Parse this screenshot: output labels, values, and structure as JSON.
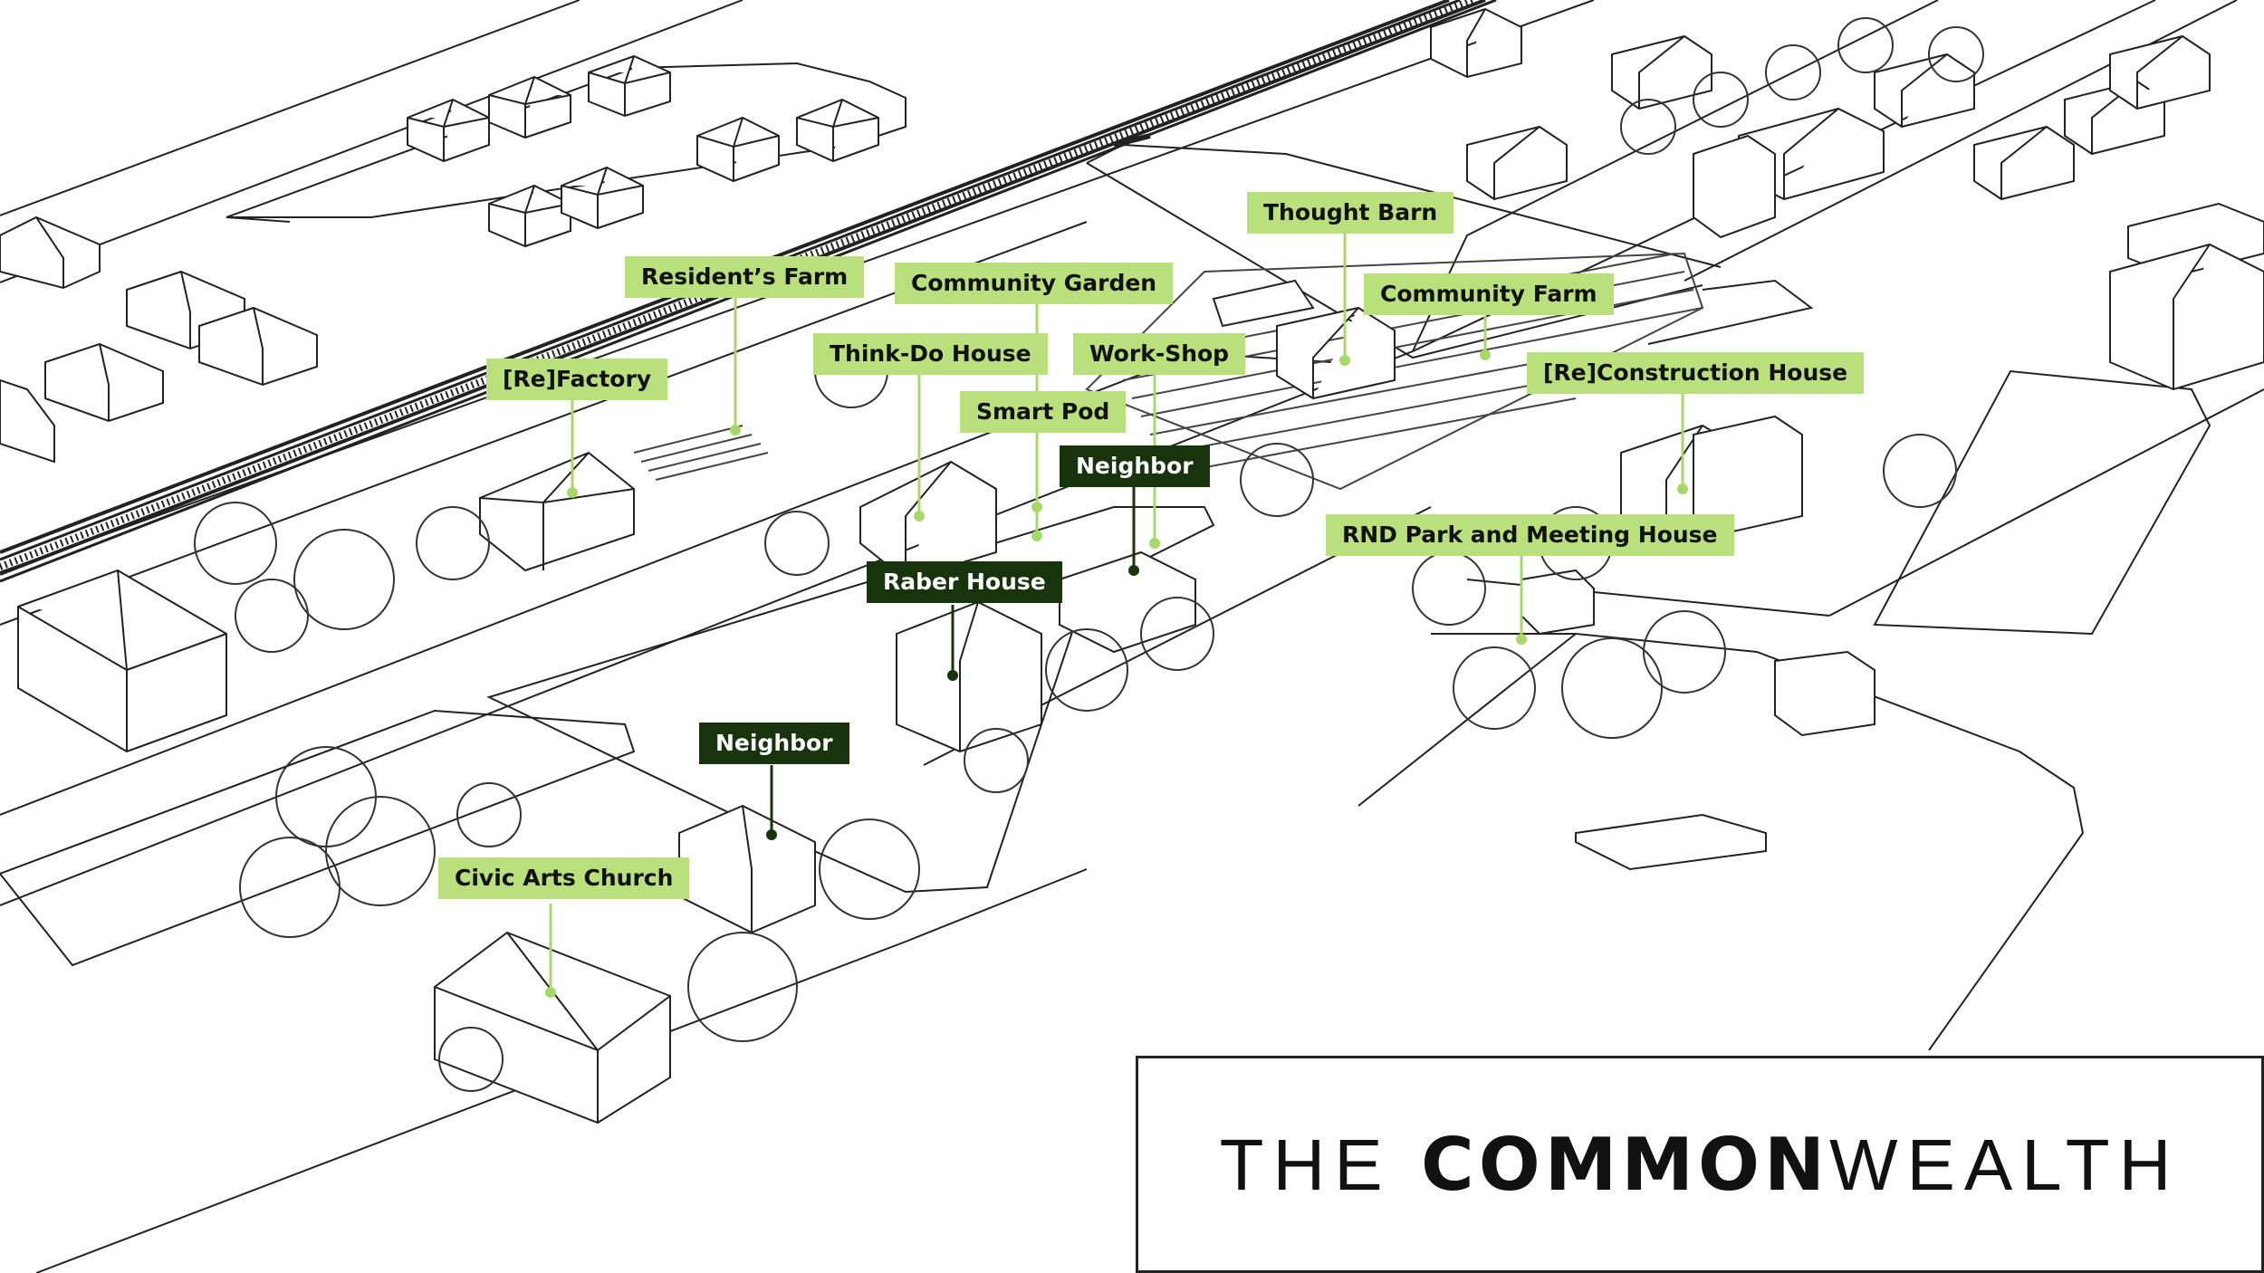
{
  "colors": {
    "label_light_bg": "#b9e07c",
    "label_light_text": "#111111",
    "label_dark_bg": "#17340d",
    "label_dark_text": "#ffffff",
    "leader_light": "#a8d86a",
    "leader_dark": "#17340d",
    "line_art": "#222222"
  },
  "title": {
    "part1": "THE",
    "part2": "COMMON",
    "part3": "WEALTH"
  },
  "labels": [
    {
      "id": "thought-barn",
      "text": "Thought Barn",
      "style": "light"
    },
    {
      "id": "residents-farm",
      "text": "Resident’s Farm",
      "style": "light"
    },
    {
      "id": "community-garden",
      "text": "Community Garden",
      "style": "light"
    },
    {
      "id": "community-farm",
      "text": "Community Farm",
      "style": "light"
    },
    {
      "id": "refactory",
      "text": "[Re]Factory",
      "style": "light"
    },
    {
      "id": "think-do-house",
      "text": "Think-Do House",
      "style": "light"
    },
    {
      "id": "work-shop",
      "text": "Work-Shop",
      "style": "light"
    },
    {
      "id": "reconstruction-house",
      "text": "[Re]Construction House",
      "style": "light"
    },
    {
      "id": "smart-pod",
      "text": "Smart Pod",
      "style": "light"
    },
    {
      "id": "neighbor-1",
      "text": "Neighbor",
      "style": "dark"
    },
    {
      "id": "rnd-park",
      "text": "RND Park and Meeting House",
      "style": "light"
    },
    {
      "id": "raber-house",
      "text": "Raber House",
      "style": "dark"
    },
    {
      "id": "neighbor-2",
      "text": "Neighbor",
      "style": "dark"
    },
    {
      "id": "civic-arts-church",
      "text": "Civic Arts Church",
      "style": "light"
    }
  ]
}
